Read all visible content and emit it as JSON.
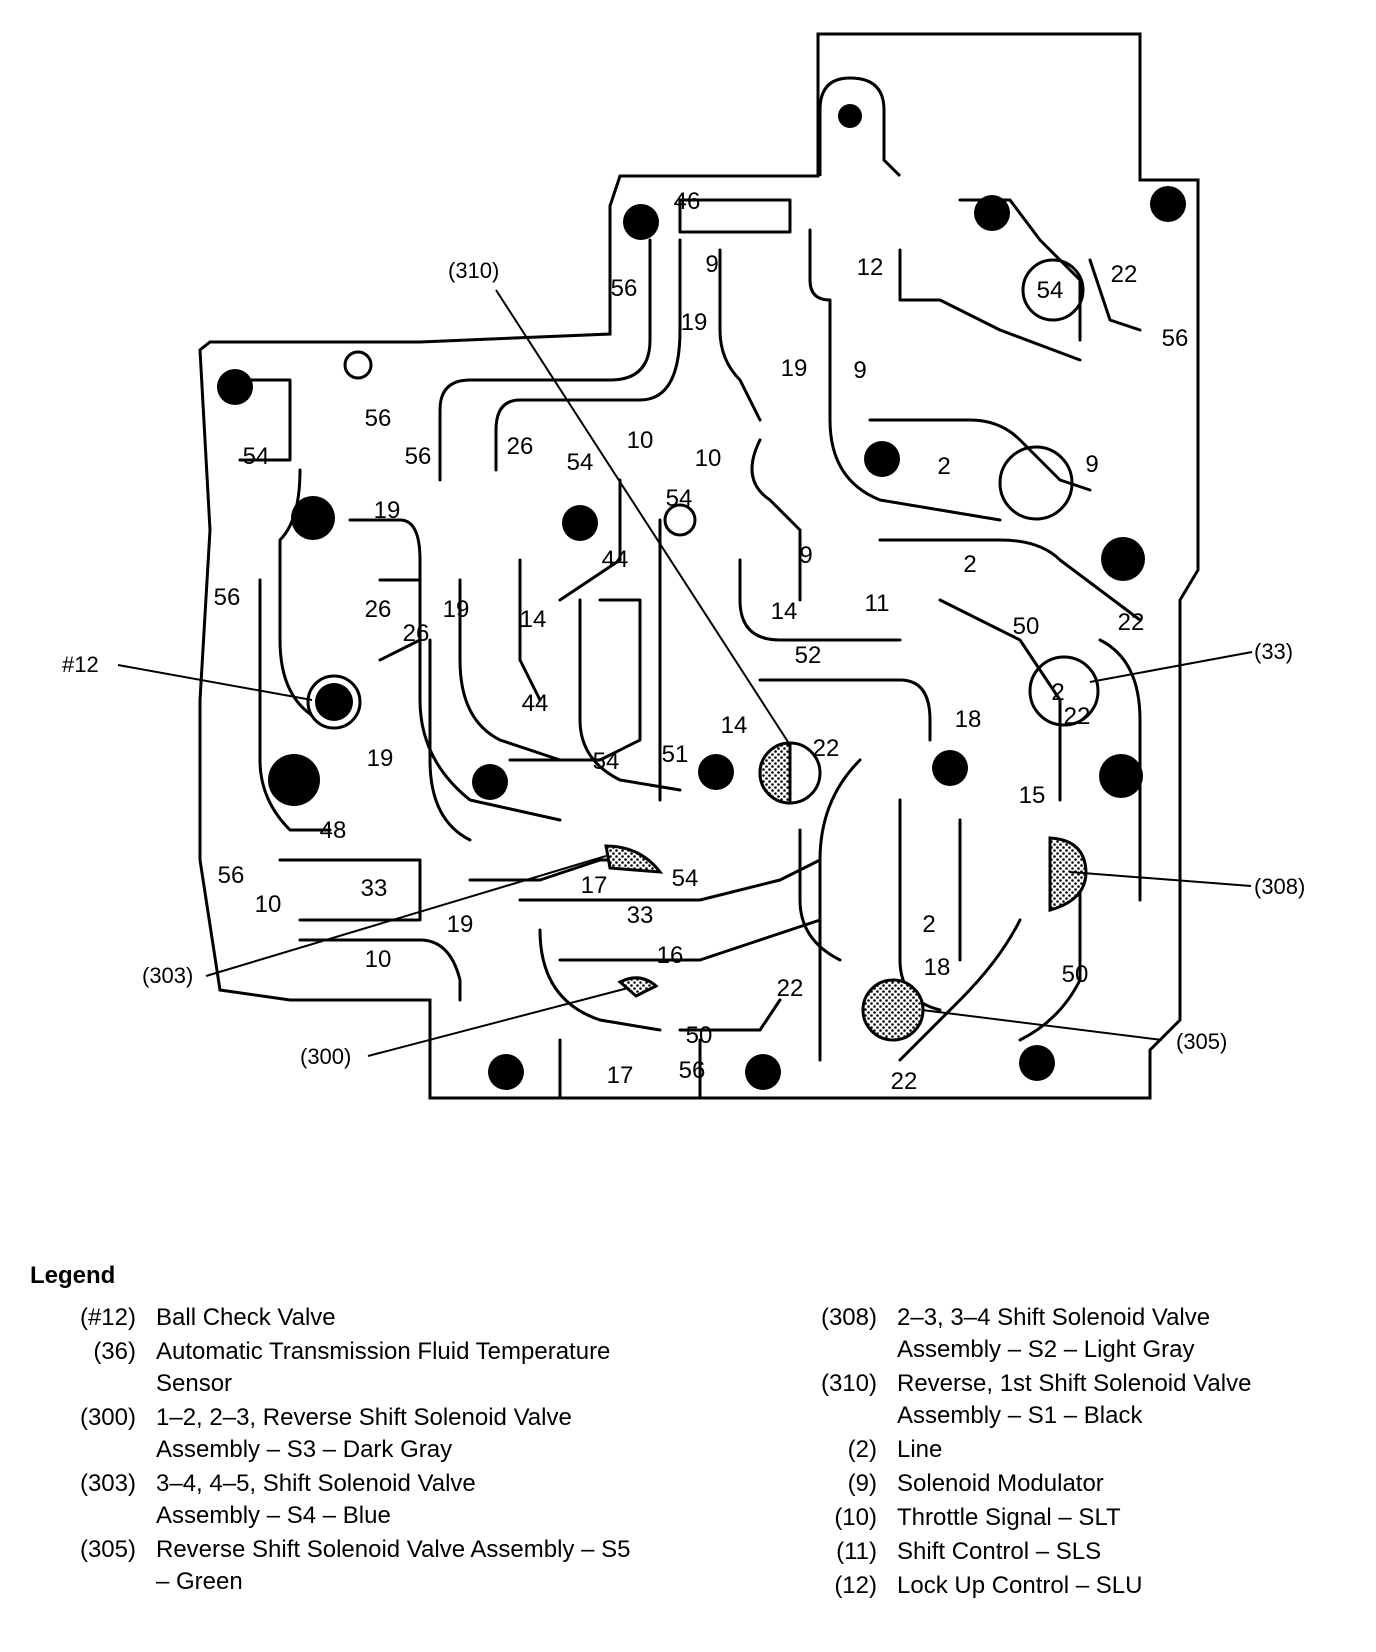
{
  "diagram": {
    "callouts": {
      "c310": "(310)",
      "c12": "#12",
      "c33": "(33)",
      "c308": "(308)",
      "c303": "(303)",
      "c300": "(300)",
      "c305": "(305)"
    },
    "passage_labels": [
      "46",
      "9",
      "12",
      "54",
      "22",
      "56",
      "19",
      "56",
      "19",
      "9",
      "56",
      "56",
      "54",
      "26",
      "54",
      "10",
      "10",
      "54",
      "2",
      "9",
      "19",
      "44",
      "9",
      "2",
      "56",
      "26",
      "26",
      "19",
      "14",
      "14",
      "11",
      "52",
      "50",
      "22",
      "2",
      "44",
      "14",
      "22",
      "18",
      "19",
      "54",
      "51",
      "22",
      "15",
      "48",
      "56",
      "10",
      "33",
      "17",
      "54",
      "33",
      "19",
      "16",
      "2",
      "18",
      "50",
      "10",
      "22",
      "50",
      "17",
      "56",
      "22"
    ]
  },
  "legend": {
    "title": "Legend",
    "left_items": [
      {
        "code": "(#12)",
        "lines": [
          "Ball Check Valve"
        ]
      },
      {
        "code": "(36)",
        "lines": [
          "Automatic Transmission Fluid Temperature",
          "Sensor"
        ]
      },
      {
        "code": "(300)",
        "lines": [
          "1–2, 2–3, Reverse Shift Solenoid Valve",
          "Assembly – S3 – Dark Gray"
        ]
      },
      {
        "code": "(303)",
        "lines": [
          "3–4, 4–5, Shift Solenoid Valve",
          "Assembly – S4 – Blue"
        ]
      },
      {
        "code": "(305)",
        "lines": [
          "Reverse Shift Solenoid Valve Assembly – S5",
          "– Green"
        ]
      }
    ],
    "right_items": [
      {
        "code": "(308)",
        "lines": [
          "2–3, 3–4 Shift Solenoid Valve",
          "Assembly – S2 – Light Gray"
        ]
      },
      {
        "code": "(310)",
        "lines": [
          "Reverse, 1st Shift Solenoid Valve",
          "Assembly – S1 – Black"
        ]
      },
      {
        "code": "(2)",
        "lines": [
          "Line"
        ]
      },
      {
        "code": "(9)",
        "lines": [
          "Solenoid Modulator"
        ]
      },
      {
        "code": "(10)",
        "lines": [
          "Throttle Signal – SLT"
        ]
      },
      {
        "code": "(11)",
        "lines": [
          "Shift Control – SLS"
        ]
      },
      {
        "code": "(12)",
        "lines": [
          "Lock Up Control – SLU"
        ]
      }
    ]
  }
}
